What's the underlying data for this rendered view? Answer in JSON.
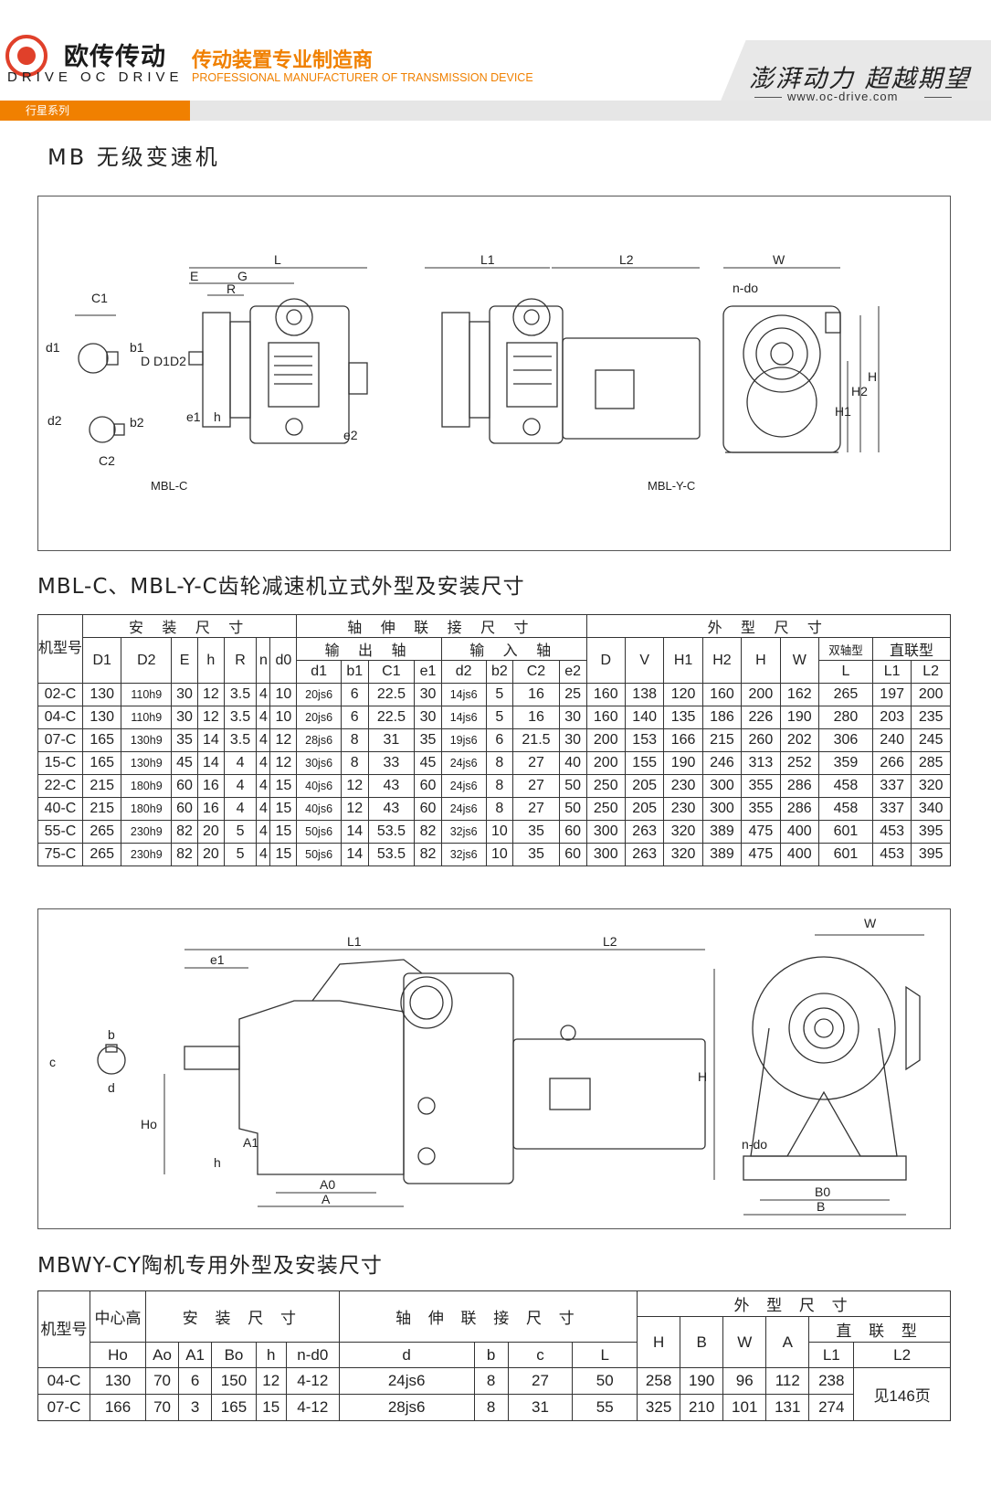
{
  "header": {
    "brand_cn": "欧传传动",
    "brand_en": "DRIVE OC DRIVE",
    "slogan_cn": "传动装置专业制造商",
    "slogan_en": "PROFESSIONAL MANUFACTURER OF TRANSMISSION DEVICE",
    "series_tag": "行星系列",
    "motto": "澎湃动力 超越期望",
    "url": "www.oc-drive.com"
  },
  "page_title": "MB 无级变速机",
  "drawing1": {
    "label_left": "MBL-C",
    "label_right": "MBL-Y-C",
    "dims": {
      "L": "L",
      "E": "E",
      "G": "G",
      "R": "R",
      "C1": "C1",
      "C2": "C2",
      "d1": "d1",
      "b1": "b1",
      "d2": "d2",
      "b2": "b2",
      "D": "D",
      "D1": "D1",
      "D2": "D2",
      "e1": "e1",
      "h": "h",
      "e2": "e2",
      "L1": "L1",
      "L2": "L2",
      "W": "W",
      "ndo": "n-do",
      "H": "H",
      "H1": "H1",
      "H2": "H2"
    }
  },
  "caption1": "MBL-C、MBL-Y-C齿轮减速机立式外型及安装尺寸",
  "table1": {
    "h_model": "机型号",
    "h_install": "安 装 尺 寸",
    "h_shaft": "轴 伸 联 接 尺 寸",
    "h_shape": "外 型 尺 寸",
    "h_output": "输 出 轴",
    "h_input": "输 入 轴",
    "h_double": "双轴型",
    "h_direct": "直联型",
    "cols_install": [
      "D1",
      "D2",
      "E",
      "h",
      "R",
      "n",
      "d0"
    ],
    "cols_output": [
      "d1",
      "b1",
      "C1",
      "e1"
    ],
    "cols_input": [
      "d2",
      "b2",
      "C2",
      "e2"
    ],
    "cols_shape": [
      "D",
      "V",
      "H1",
      "H2",
      "H",
      "W"
    ],
    "col_L": "L",
    "col_L1": "L1",
    "col_L2": "L2",
    "rows": [
      [
        "02-C",
        "130",
        "110h9",
        "30",
        "12",
        "3.5",
        "4",
        "10",
        "20js6",
        "6",
        "22.5",
        "30",
        "14js6",
        "5",
        "16",
        "25",
        "160",
        "138",
        "120",
        "160",
        "200",
        "162",
        "265",
        "197",
        "200"
      ],
      [
        "04-C",
        "130",
        "110h9",
        "30",
        "12",
        "3.5",
        "4",
        "10",
        "20js6",
        "6",
        "22.5",
        "30",
        "14js6",
        "5",
        "16",
        "30",
        "160",
        "140",
        "135",
        "186",
        "226",
        "190",
        "280",
        "203",
        "235"
      ],
      [
        "07-C",
        "165",
        "130h9",
        "35",
        "14",
        "3.5",
        "4",
        "12",
        "28js6",
        "8",
        "31",
        "35",
        "19js6",
        "6",
        "21.5",
        "30",
        "200",
        "153",
        "166",
        "215",
        "260",
        "202",
        "306",
        "240",
        "245"
      ],
      [
        "15-C",
        "165",
        "130h9",
        "45",
        "14",
        "4",
        "4",
        "12",
        "30js6",
        "8",
        "33",
        "45",
        "24js6",
        "8",
        "27",
        "40",
        "200",
        "155",
        "190",
        "246",
        "313",
        "252",
        "359",
        "266",
        "285"
      ],
      [
        "22-C",
        "215",
        "180h9",
        "60",
        "16",
        "4",
        "4",
        "15",
        "40js6",
        "12",
        "43",
        "60",
        "24js6",
        "8",
        "27",
        "50",
        "250",
        "205",
        "230",
        "300",
        "355",
        "286",
        "458",
        "337",
        "320"
      ],
      [
        "40-C",
        "215",
        "180h9",
        "60",
        "16",
        "4",
        "4",
        "15",
        "40js6",
        "12",
        "43",
        "60",
        "24js6",
        "8",
        "27",
        "50",
        "250",
        "205",
        "230",
        "300",
        "355",
        "286",
        "458",
        "337",
        "340"
      ],
      [
        "55-C",
        "265",
        "230h9",
        "82",
        "20",
        "5",
        "4",
        "15",
        "50js6",
        "14",
        "53.5",
        "82",
        "32js6",
        "10",
        "35",
        "60",
        "300",
        "263",
        "320",
        "389",
        "475",
        "400",
        "601",
        "453",
        "395"
      ],
      [
        "75-C",
        "265",
        "230h9",
        "82",
        "20",
        "5",
        "4",
        "15",
        "50js6",
        "14",
        "53.5",
        "82",
        "32js6",
        "10",
        "35",
        "60",
        "300",
        "263",
        "320",
        "389",
        "475",
        "400",
        "601",
        "453",
        "395"
      ]
    ]
  },
  "drawing2": {
    "dims": {
      "L1": "L1",
      "L2": "L2",
      "e1": "e1",
      "b": "b",
      "c": "c",
      "d": "d",
      "Ho": "Ho",
      "A1": "A1",
      "h": "h",
      "A0": "A0",
      "A": "A",
      "W": "W",
      "H": "H",
      "ndo": "n-do",
      "B0": "B0",
      "B": "B"
    }
  },
  "caption2": "MBWY-CY陶机专用外型及安装尺寸",
  "table2": {
    "h_model": "机型号",
    "h_center": "中心高",
    "h_center_sym": "Ho",
    "h_install": "安 装 尺 寸",
    "h_shaft": "轴 伸 联 接 尺 寸",
    "h_shape": "外 型 尺 寸",
    "h_direct": "直 联 型",
    "cols_install": [
      "Ao",
      "A1",
      "Bo",
      "h",
      "n-d0"
    ],
    "cols_shaft": [
      "d",
      "b",
      "c",
      "L"
    ],
    "cols_shape": [
      "H",
      "B",
      "W",
      "A"
    ],
    "col_L1": "L1",
    "col_L2": "L2",
    "see_page": "见146页",
    "rows": [
      [
        "04-C",
        "130",
        "70",
        "6",
        "150",
        "12",
        "4-12",
        "24js6",
        "8",
        "27",
        "50",
        "258",
        "190",
        "96",
        "112",
        "238"
      ],
      [
        "07-C",
        "166",
        "70",
        "3",
        "165",
        "15",
        "4-12",
        "28js6",
        "8",
        "31",
        "55",
        "325",
        "210",
        "101",
        "131",
        "274"
      ]
    ]
  }
}
